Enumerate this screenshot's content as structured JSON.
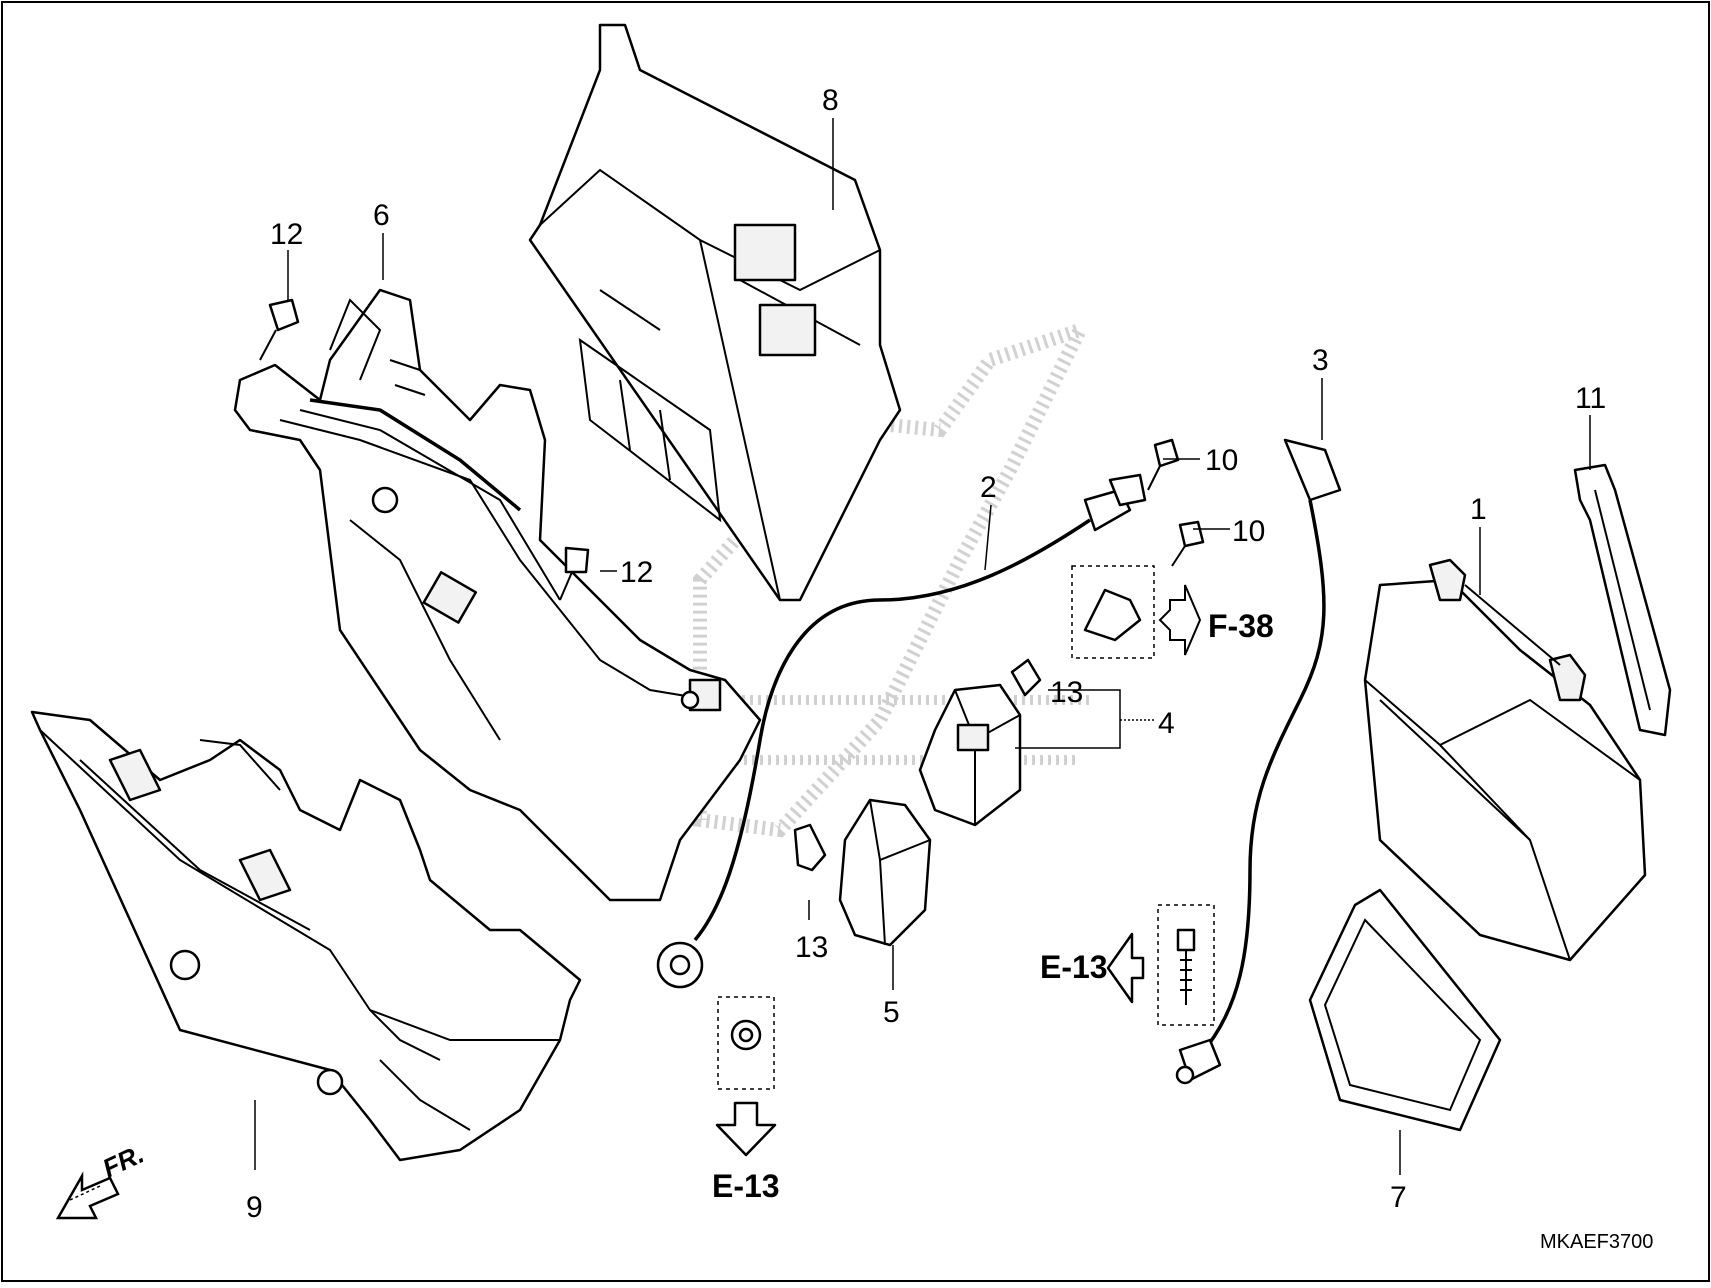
{
  "diagram": {
    "callouts": {
      "p1": "1",
      "p2": "2",
      "p3": "3",
      "p4": "4",
      "p5": "5",
      "p6": "6",
      "p7": "7",
      "p8": "8",
      "p9": "9",
      "p10a": "10",
      "p10b": "10",
      "p11": "11",
      "p12a": "12",
      "p12b": "12",
      "p13a": "13",
      "p13b": "13"
    },
    "references": {
      "f38": "F-38",
      "e13_left": "E-13",
      "e13_bottom": "E-13"
    },
    "front_marker": "FR.",
    "diagram_code": "MKAEF3700"
  }
}
